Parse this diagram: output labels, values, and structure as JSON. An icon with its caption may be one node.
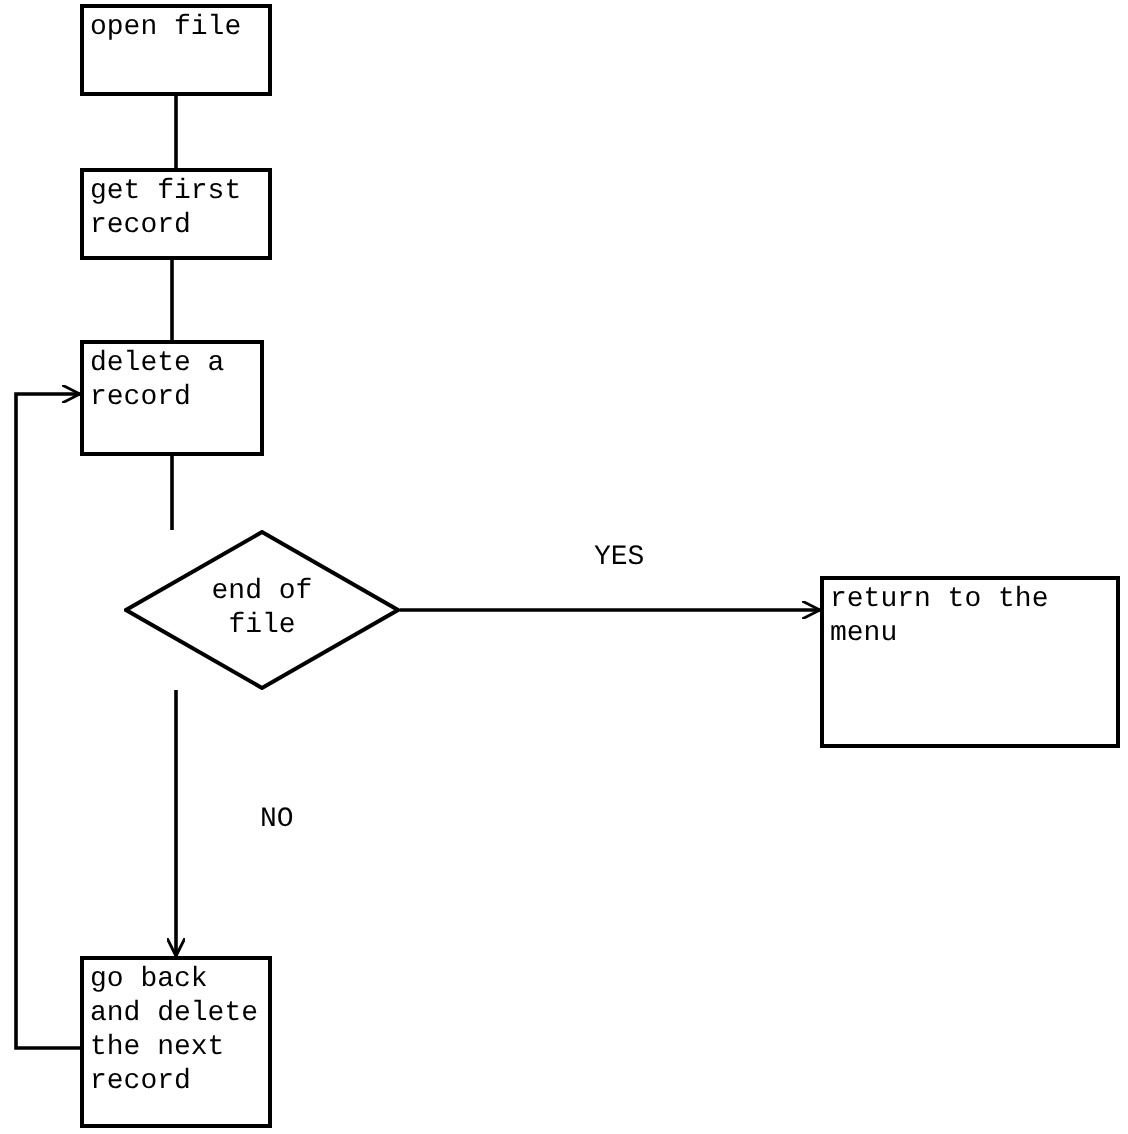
{
  "diagram": {
    "nodes": [
      {
        "text": [
          "open file"
        ]
      },
      {
        "text": [
          "get first record"
        ]
      },
      {
        "text": [
          "delete a record"
        ]
      },
      {
        "text": [
          "end of file"
        ]
      },
      {
        "text": [
          "return to the menu"
        ]
      },
      {
        "text": [
          "go back and delete the next record"
        ]
      }
    ],
    "edges": [
      {
        "from": 0,
        "to": 1,
        "arrow": "none"
      },
      {
        "from": 1,
        "to": 2,
        "arrow": "none"
      },
      {
        "from": 2,
        "to": 3,
        "arrow": "none"
      },
      {
        "from": 3,
        "to": 4,
        "arrow": "to",
        "label": "YES"
      },
      {
        "from": 3,
        "to": 5,
        "arrow": "to",
        "label": "NO"
      },
      {
        "from": 5,
        "to": 2,
        "arrow": "to"
      }
    ]
  }
}
